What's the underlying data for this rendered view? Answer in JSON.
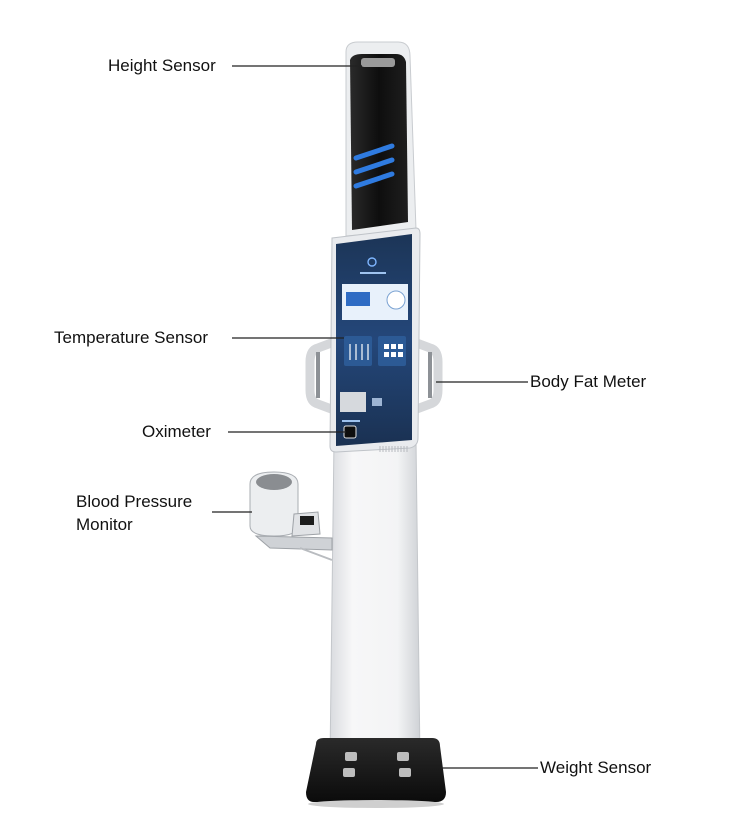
{
  "labels": {
    "height_sensor": "Height Sensor",
    "temperature_sensor": "Temperature Sensor",
    "oximeter": "Oximeter",
    "blood_pressure_line1": "Blood Pressure",
    "blood_pressure_line2": "Monitor",
    "body_fat_meter": "Body Fat Meter",
    "weight_sensor": "Weight Sensor"
  },
  "colors": {
    "accent_blue": "#2f7be0",
    "screen_blue": "#1f3d66",
    "column_white": "#f1f2f4",
    "head_black": "#141414",
    "base_black": "#161616"
  }
}
